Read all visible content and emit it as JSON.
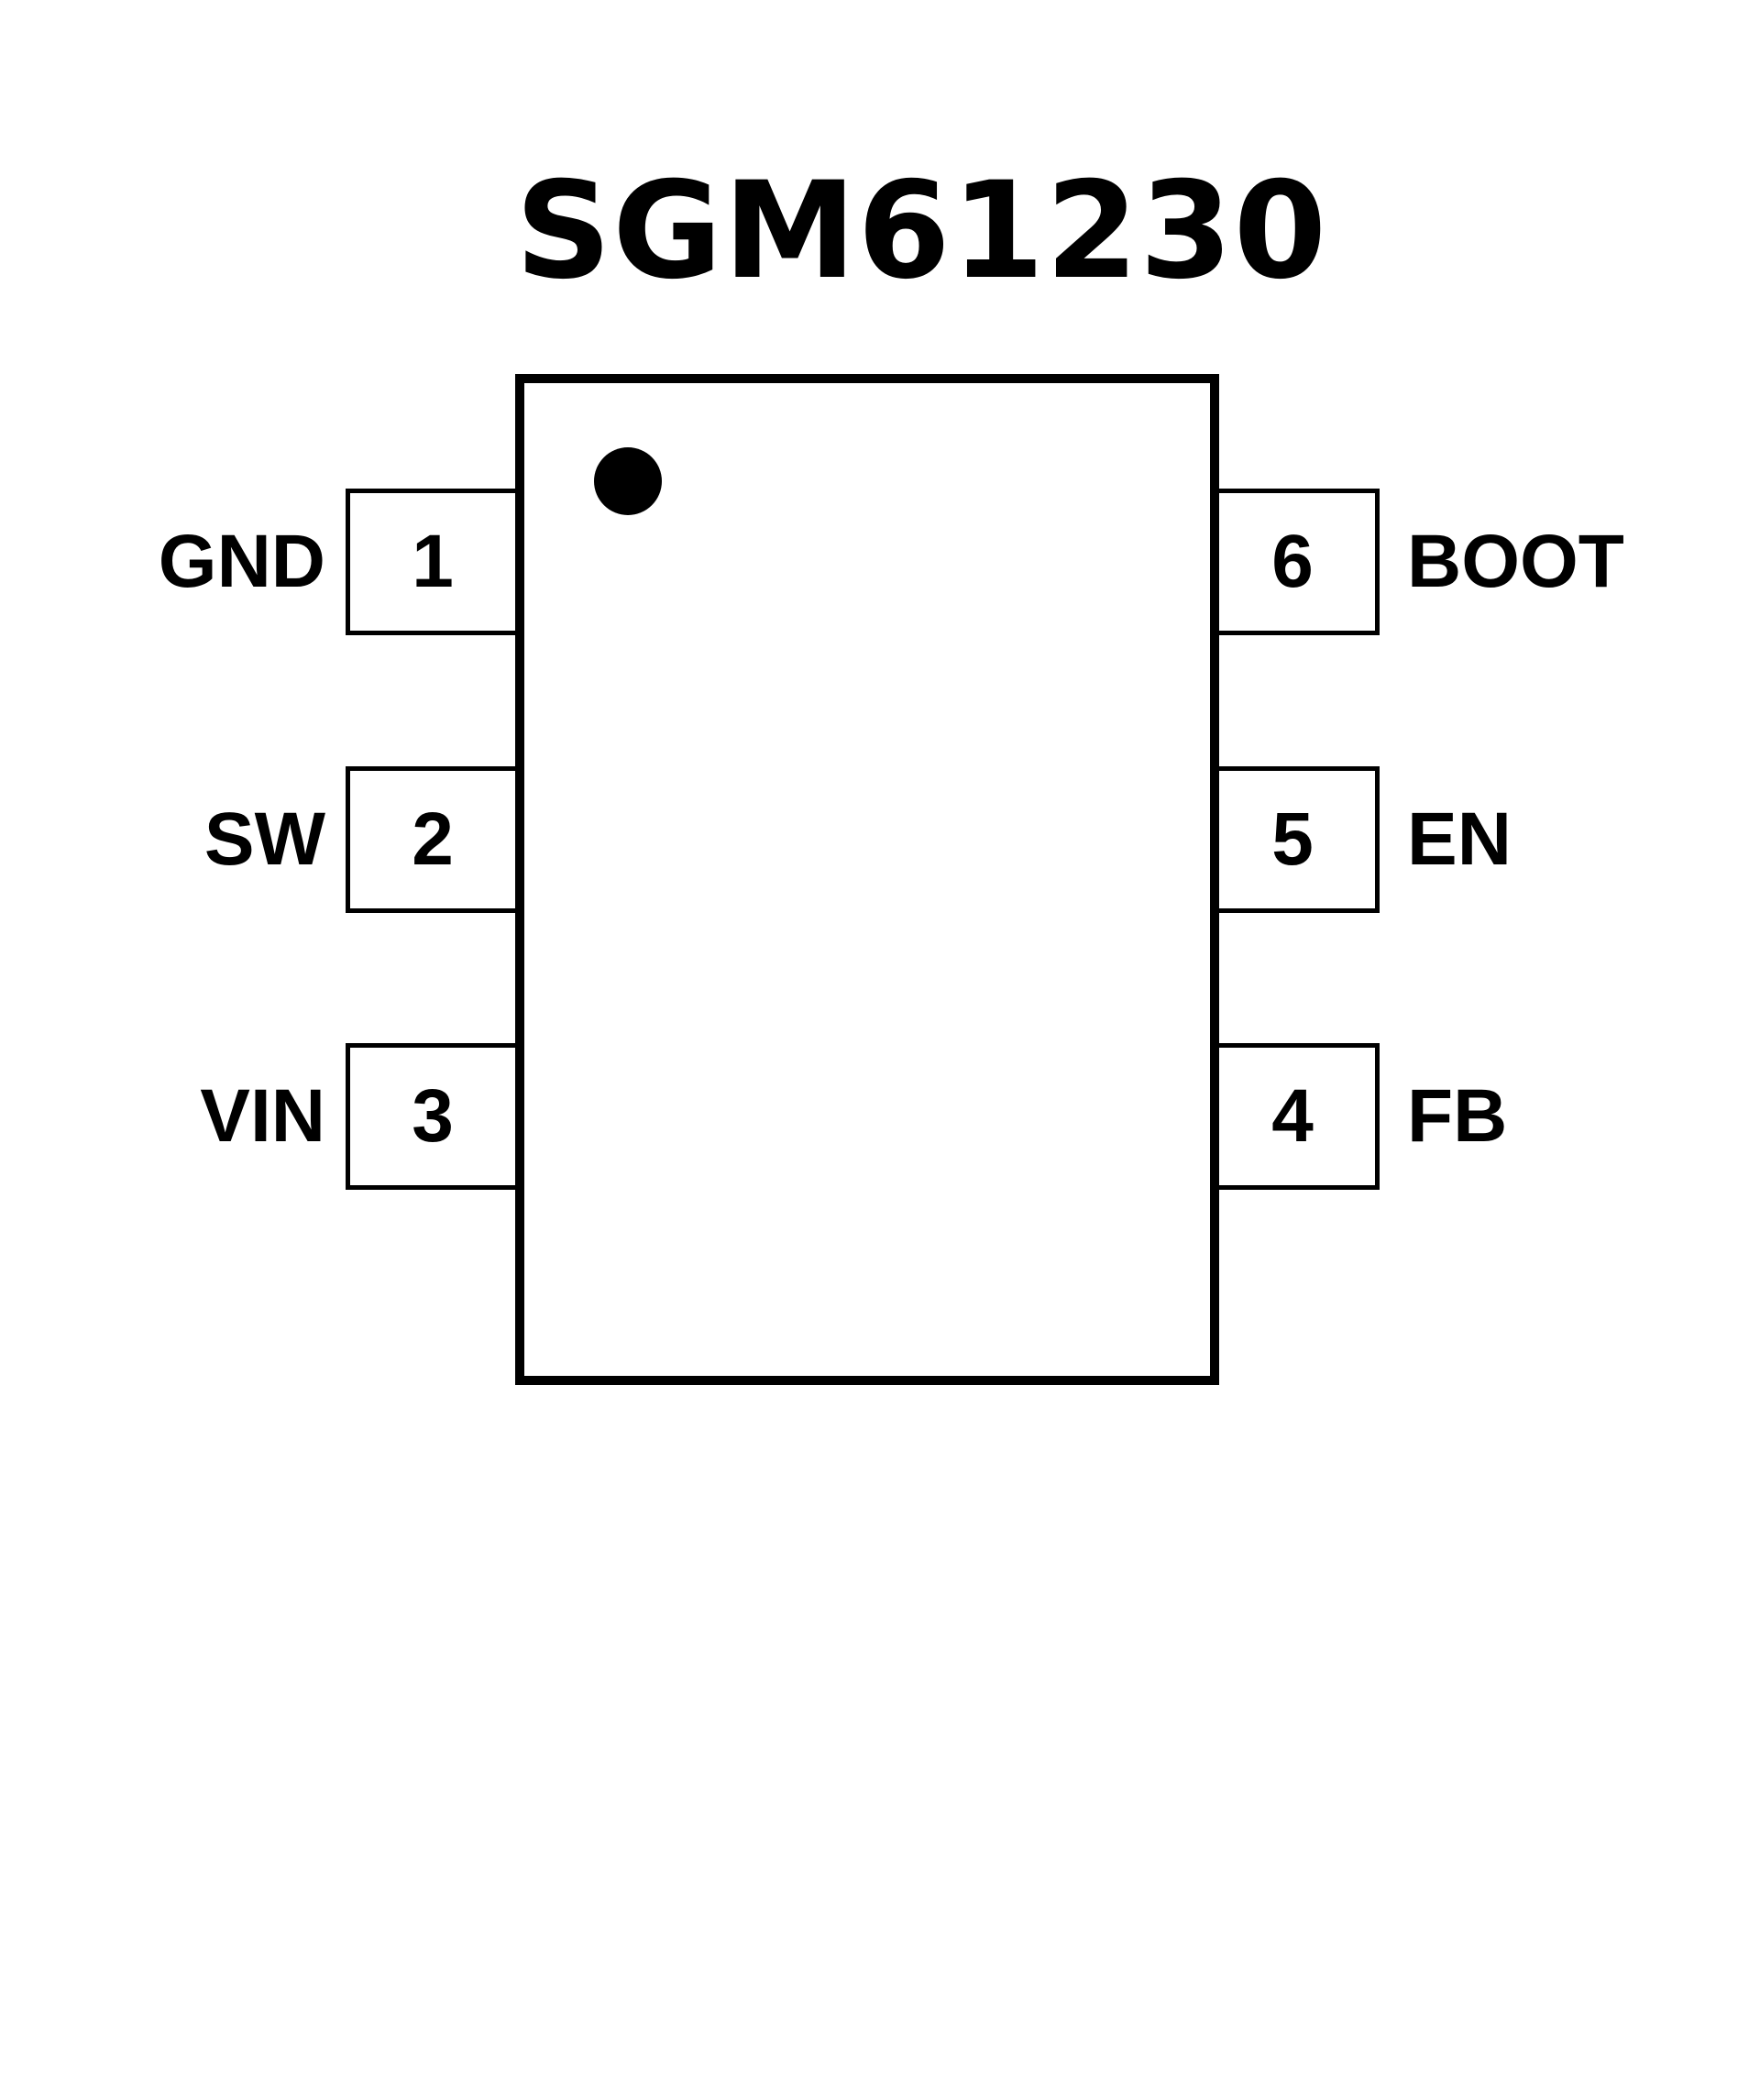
{
  "title": "SGM61230",
  "colors": {
    "ink": "#000000",
    "background": "#ffffff"
  },
  "package": {
    "pin1_marker": "pin-1-dot",
    "pins": [
      {
        "number": "1",
        "name": "GND",
        "side": "left"
      },
      {
        "number": "2",
        "name": "SW",
        "side": "left"
      },
      {
        "number": "3",
        "name": "VIN",
        "side": "left"
      },
      {
        "number": "4",
        "name": "FB",
        "side": "right"
      },
      {
        "number": "5",
        "name": "EN",
        "side": "right"
      },
      {
        "number": "6",
        "name": "BOOT",
        "side": "right"
      }
    ]
  }
}
